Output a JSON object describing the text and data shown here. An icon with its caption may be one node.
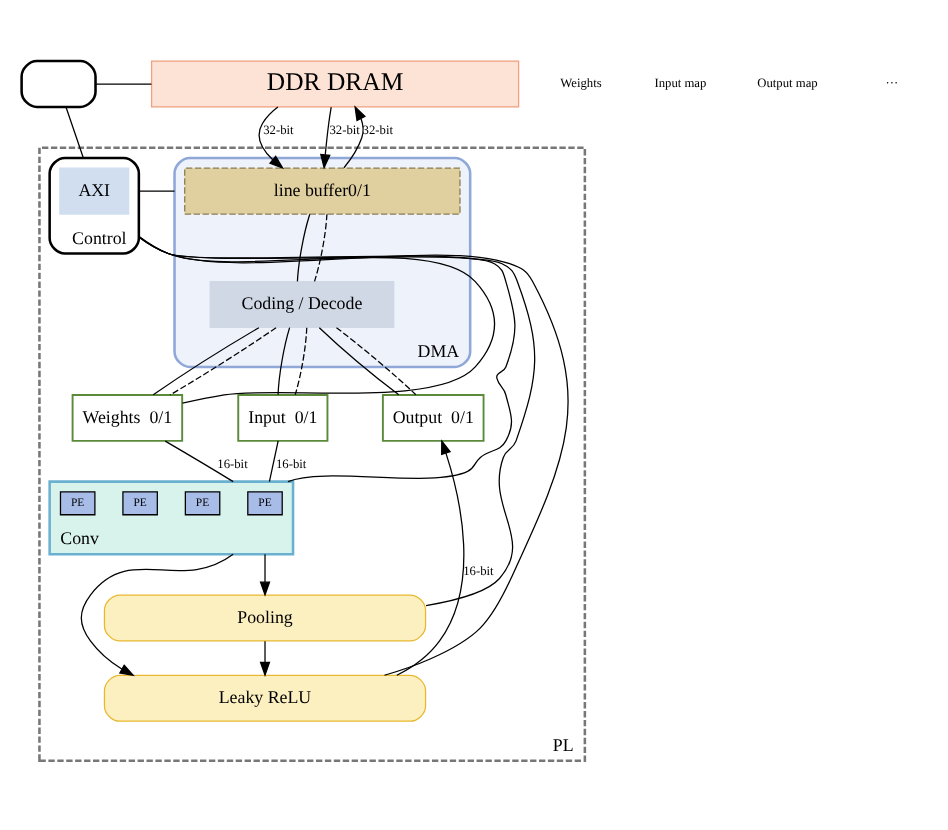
{
  "diagram": {
    "nodes": [
      {
        "text": [],
        "shape": "box"
      },
      {
        "text": [
          "DDR DRAM"
        ]
      },
      {
        "text": [
          "PL"
        ]
      },
      {
        "text": [
          "Control"
        ],
        "in": 2
      },
      {
        "text": [
          "AXI"
        ],
        "in": 3
      },
      {
        "text": [
          "DMA"
        ],
        "in": 2
      },
      {
        "text": [
          "line buffer0/1"
        ],
        "in": 5
      },
      {
        "text": [
          "Coding / Decode"
        ],
        "in": 5
      },
      {
        "text": [
          "Weights  0/1"
        ],
        "in": 2
      },
      {
        "text": [
          "Input  0/1"
        ],
        "in": 2
      },
      {
        "text": [
          "Output  0/1"
        ],
        "in": 2
      },
      {
        "text": [
          "Conv"
        ],
        "in": 2
      },
      {
        "text": [
          "PE"
        ],
        "in": 11
      },
      {
        "text": [
          "PE"
        ],
        "in": 11
      },
      {
        "text": [
          "PE"
        ],
        "in": 11
      },
      {
        "text": [
          "PE"
        ],
        "in": 11
      },
      {
        "text": [
          "Pooling"
        ],
        "in": 2
      },
      {
        "text": [
          "Leaky ReLU"
        ],
        "in": 2
      }
    ],
    "edges": [
      {
        "from": 0,
        "to": 1,
        "arrow": "none"
      },
      {
        "from": 0,
        "to": 3,
        "arrow": "none"
      },
      {
        "from": 1,
        "to": 6,
        "arrow": "to",
        "label": "32-bit"
      },
      {
        "from": 1,
        "to": 6,
        "arrow": "to",
        "label": "32-bit"
      },
      {
        "from": 6,
        "to": 1,
        "arrow": "to",
        "label": "32-bit"
      },
      {
        "from": 3,
        "to": 5,
        "arrow": "none"
      },
      {
        "from": 6,
        "to": 7,
        "arrow": "none"
      },
      {
        "from": 6,
        "to": 7,
        "arrow": "none",
        "style": "dashed"
      },
      {
        "from": 7,
        "to": 8,
        "arrow": "none"
      },
      {
        "from": 7,
        "to": 8,
        "arrow": "none",
        "style": "dashed"
      },
      {
        "from": 7,
        "to": 9,
        "arrow": "none"
      },
      {
        "from": 7,
        "to": 9,
        "arrow": "none",
        "style": "dashed"
      },
      {
        "from": 7,
        "to": 10,
        "arrow": "none"
      },
      {
        "from": 7,
        "to": 10,
        "arrow": "none",
        "style": "dashed"
      },
      {
        "from": 3,
        "to": 8,
        "arrow": "none"
      },
      {
        "from": 8,
        "to": 11,
        "arrow": "none",
        "label": "16-bit"
      },
      {
        "from": 9,
        "to": 11,
        "arrow": "none",
        "label": "16-bit"
      },
      {
        "from": 17,
        "to": 10,
        "arrow": "to",
        "label": "16-bit"
      },
      {
        "from": 3,
        "to": 11,
        "arrow": "none"
      },
      {
        "from": 11,
        "to": 16,
        "arrow": "to"
      },
      {
        "from": 11,
        "to": 17,
        "arrow": "to"
      },
      {
        "from": 16,
        "to": 17,
        "arrow": "to"
      },
      {
        "from": 3,
        "to": 16,
        "arrow": "none"
      },
      {
        "from": 3,
        "to": 17,
        "arrow": "none"
      }
    ],
    "labels": [
      "Weights",
      "Input map",
      "Output map",
      "···"
    ]
  }
}
